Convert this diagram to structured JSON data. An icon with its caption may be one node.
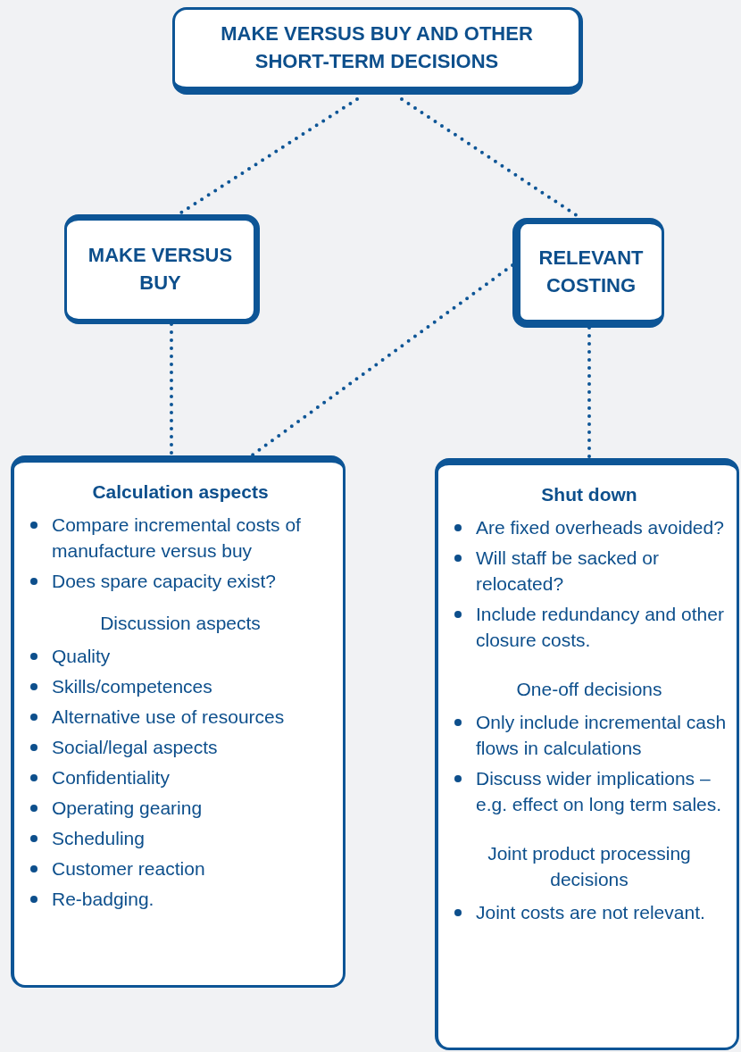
{
  "diagram": {
    "nodes": [
      {
        "text": [
          "MAKE VERSUS BUY AND OTHER SHORT-TERM DECISIONS"
        ]
      },
      {
        "text": [
          "MAKE VERSUS BUY"
        ]
      },
      {
        "text": [
          "RELEVANT COSTING"
        ]
      },
      {
        "text": [
          "Calculation aspects",
          "Compare incremental costs of manufacture versus buy",
          "Does spare capacity exist?",
          "Discussion aspects",
          "Quality",
          "Skills/competences",
          "Alternative use of resources",
          "Social/legal aspects",
          "Confidentiality",
          "Operating gearing",
          "Scheduling",
          "Customer reaction",
          "Re-badging."
        ]
      },
      {
        "text": [
          "Shut down",
          "Are fixed overheads avoided?",
          "Will staff be sacked or relocated?",
          "Include redundancy and other closure costs.",
          "One-off decisions",
          "Only include incremental cash flows in calculations",
          "Discuss wider implications – e.g. effect on long term sales.",
          "Joint product processing decisions",
          "Joint costs are not relevant."
        ]
      }
    ],
    "edges": [
      {
        "from": 0,
        "to": 1,
        "arrow": "none"
      },
      {
        "from": 0,
        "to": 2,
        "arrow": "none"
      },
      {
        "from": 1,
        "to": 3,
        "arrow": "none"
      },
      {
        "from": 2,
        "to": 3,
        "arrow": "none"
      },
      {
        "from": 2,
        "to": 4,
        "arrow": "none"
      }
    ]
  }
}
